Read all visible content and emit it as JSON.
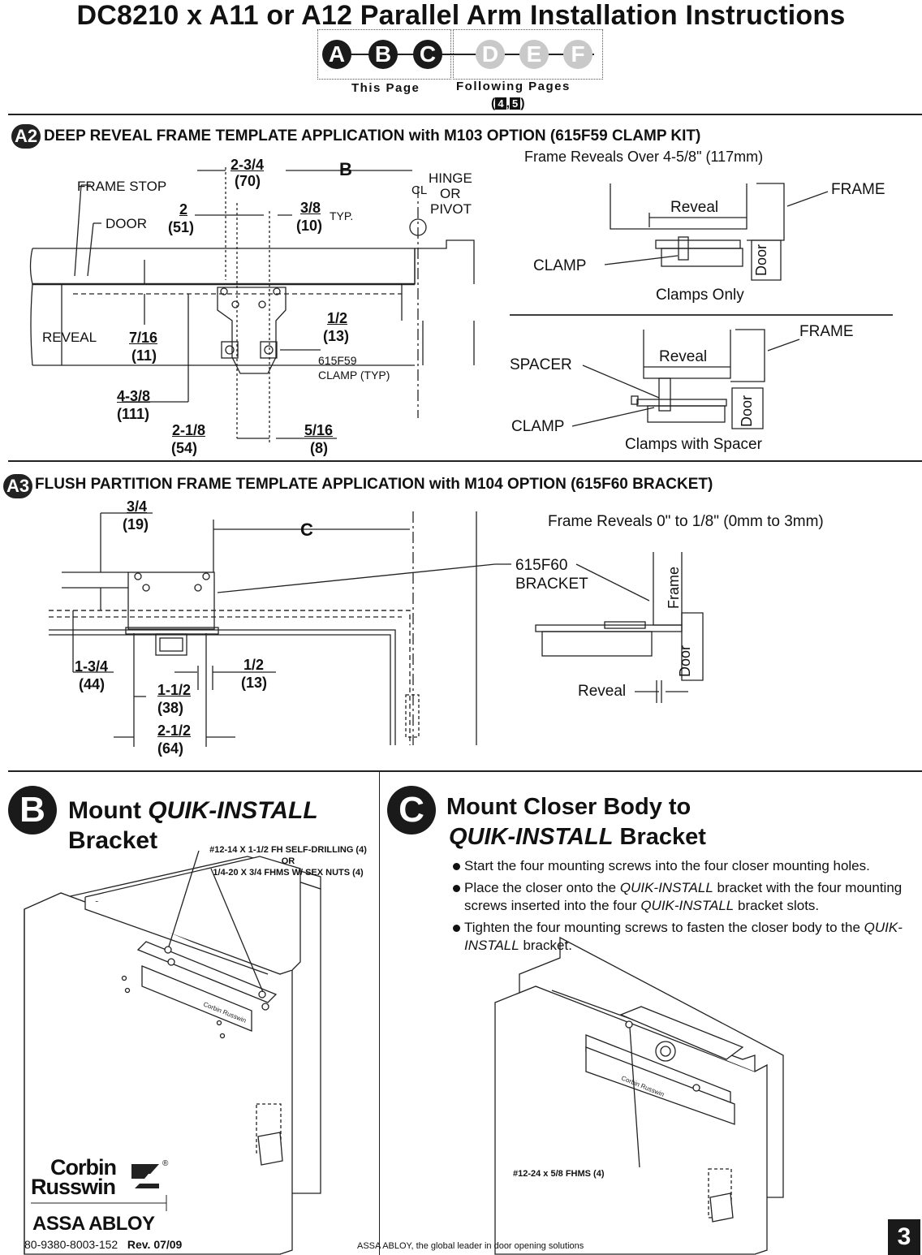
{
  "header": {
    "title": "DC8210 x A11 or A12 Parallel Arm Installation Instructions",
    "steps": [
      "A",
      "B",
      "C",
      "D",
      "E",
      "F"
    ],
    "this_page": "This Page",
    "following_pages": "Following Pages",
    "page_refs_open": "(",
    "page_ref_1": "4",
    "page_ref_sep": ",",
    "page_ref_2": "5",
    "page_refs_close": ")"
  },
  "section_a2": {
    "badge": "A2",
    "heading": "DEEP REVEAL FRAME TEMPLATE APPLICATION with M103 OPTION (615F59 CLAMP KIT)",
    "labels": {
      "frame_stop": "FRAME STOP",
      "door": "DOOR",
      "reveal": "REVEAL",
      "dim_2_3_4": "2-3/4",
      "dim_70": "(70)",
      "dim_b": "B",
      "hinge": "HINGE",
      "or": "OR",
      "pivot": "PIVOT",
      "cl": "CL",
      "dim_2": "2",
      "dim_51": "(51)",
      "dim_3_8": "3/8",
      "dim_10": "(10)",
      "typ": "TYP.",
      "dim_1_2": "1/2",
      "dim_13": "(13)",
      "dim_7_16": "7/16",
      "dim_11": "(11)",
      "clamp_part": "615F59",
      "clamp_typ": "CLAMP (TYP)",
      "dim_4_3_8": "4-3/8",
      "dim_111": "(111)",
      "dim_2_1_8": "2-1/8",
      "dim_54": "(54)",
      "dim_5_16": "5/16",
      "dim_8": "(8)"
    },
    "detail_top": {
      "caption": "Frame Reveals Over 4-5/8\" (117mm)",
      "frame": "FRAME",
      "reveal": "Reveal",
      "clamp": "CLAMP",
      "door": "Door",
      "footer": "Clamps Only"
    },
    "detail_bottom": {
      "frame": "FRAME",
      "reveal": "Reveal",
      "spacer": "SPACER",
      "clamp": "CLAMP",
      "door": "Door",
      "footer": "Clamps with Spacer"
    }
  },
  "section_a3": {
    "badge": "A3",
    "heading": "FLUSH PARTITION FRAME TEMPLATE APPLICATION with M104 OPTION (615F60 BRACKET)",
    "labels": {
      "dim_3_4": "3/4",
      "dim_19": "(19)",
      "dim_c": "C",
      "dim_1_3_4": "1-3/4",
      "dim_44": "(44)",
      "dim_1_1_2": "1-1/2",
      "dim_38": "(38)",
      "dim_1_2": "1/2",
      "dim_13": "(13)",
      "dim_2_1_2": "2-1/2",
      "dim_64": "(64)"
    },
    "detail": {
      "caption": "Frame Reveals 0\" to 1/8\" (0mm to 3mm)",
      "bracket_part": "615F60",
      "bracket": "BRACKET",
      "frame": "Frame",
      "door": "Door",
      "reveal": "Reveal"
    }
  },
  "section_b": {
    "letter": "B",
    "title_1": "Mount ",
    "title_em": "QUIK-INSTALL",
    "title_2": "Bracket",
    "callout_1": "#12-14 X 1-1/2 FH SELF-DRILLING (4)",
    "callout_or": "OR",
    "callout_2": "1/4-20 X 3/4 FHMS W/ SEX NUTS (4)"
  },
  "section_c": {
    "letter": "C",
    "title_1": "Mount Closer Body to",
    "title_em": "QUIK-INSTALL",
    "title_2": " Bracket",
    "bullets": [
      {
        "pre": "Start the four mounting screws into the four closer mounting holes.",
        "em": "",
        "post": "",
        "em2": "",
        "post2": ""
      },
      {
        "pre": "Place the closer onto the ",
        "em": "QUIK-INSTALL",
        "post": " bracket with the four mounting screws inserted into the four ",
        "em2": "QUIK-INSTALL",
        "post2": " bracket slots."
      },
      {
        "pre": "Tighten the four mounting screws to fasten the closer body to the ",
        "em": "QUIK-INSTALL",
        "post": " bracket.",
        "em2": "",
        "post2": ""
      }
    ],
    "callout": "#12-24 x 5/8 FHMS (4)"
  },
  "footer": {
    "brand_1": "Corbin",
    "brand_2": "Russwin",
    "registered": "®",
    "parent": "ASSA ABLOY",
    "doc_number": "80-9380-8003-152",
    "revision": "Rev. 07/09",
    "tagline": "ASSA ABLOY, the global leader in door opening solutions",
    "page_number": "3"
  }
}
